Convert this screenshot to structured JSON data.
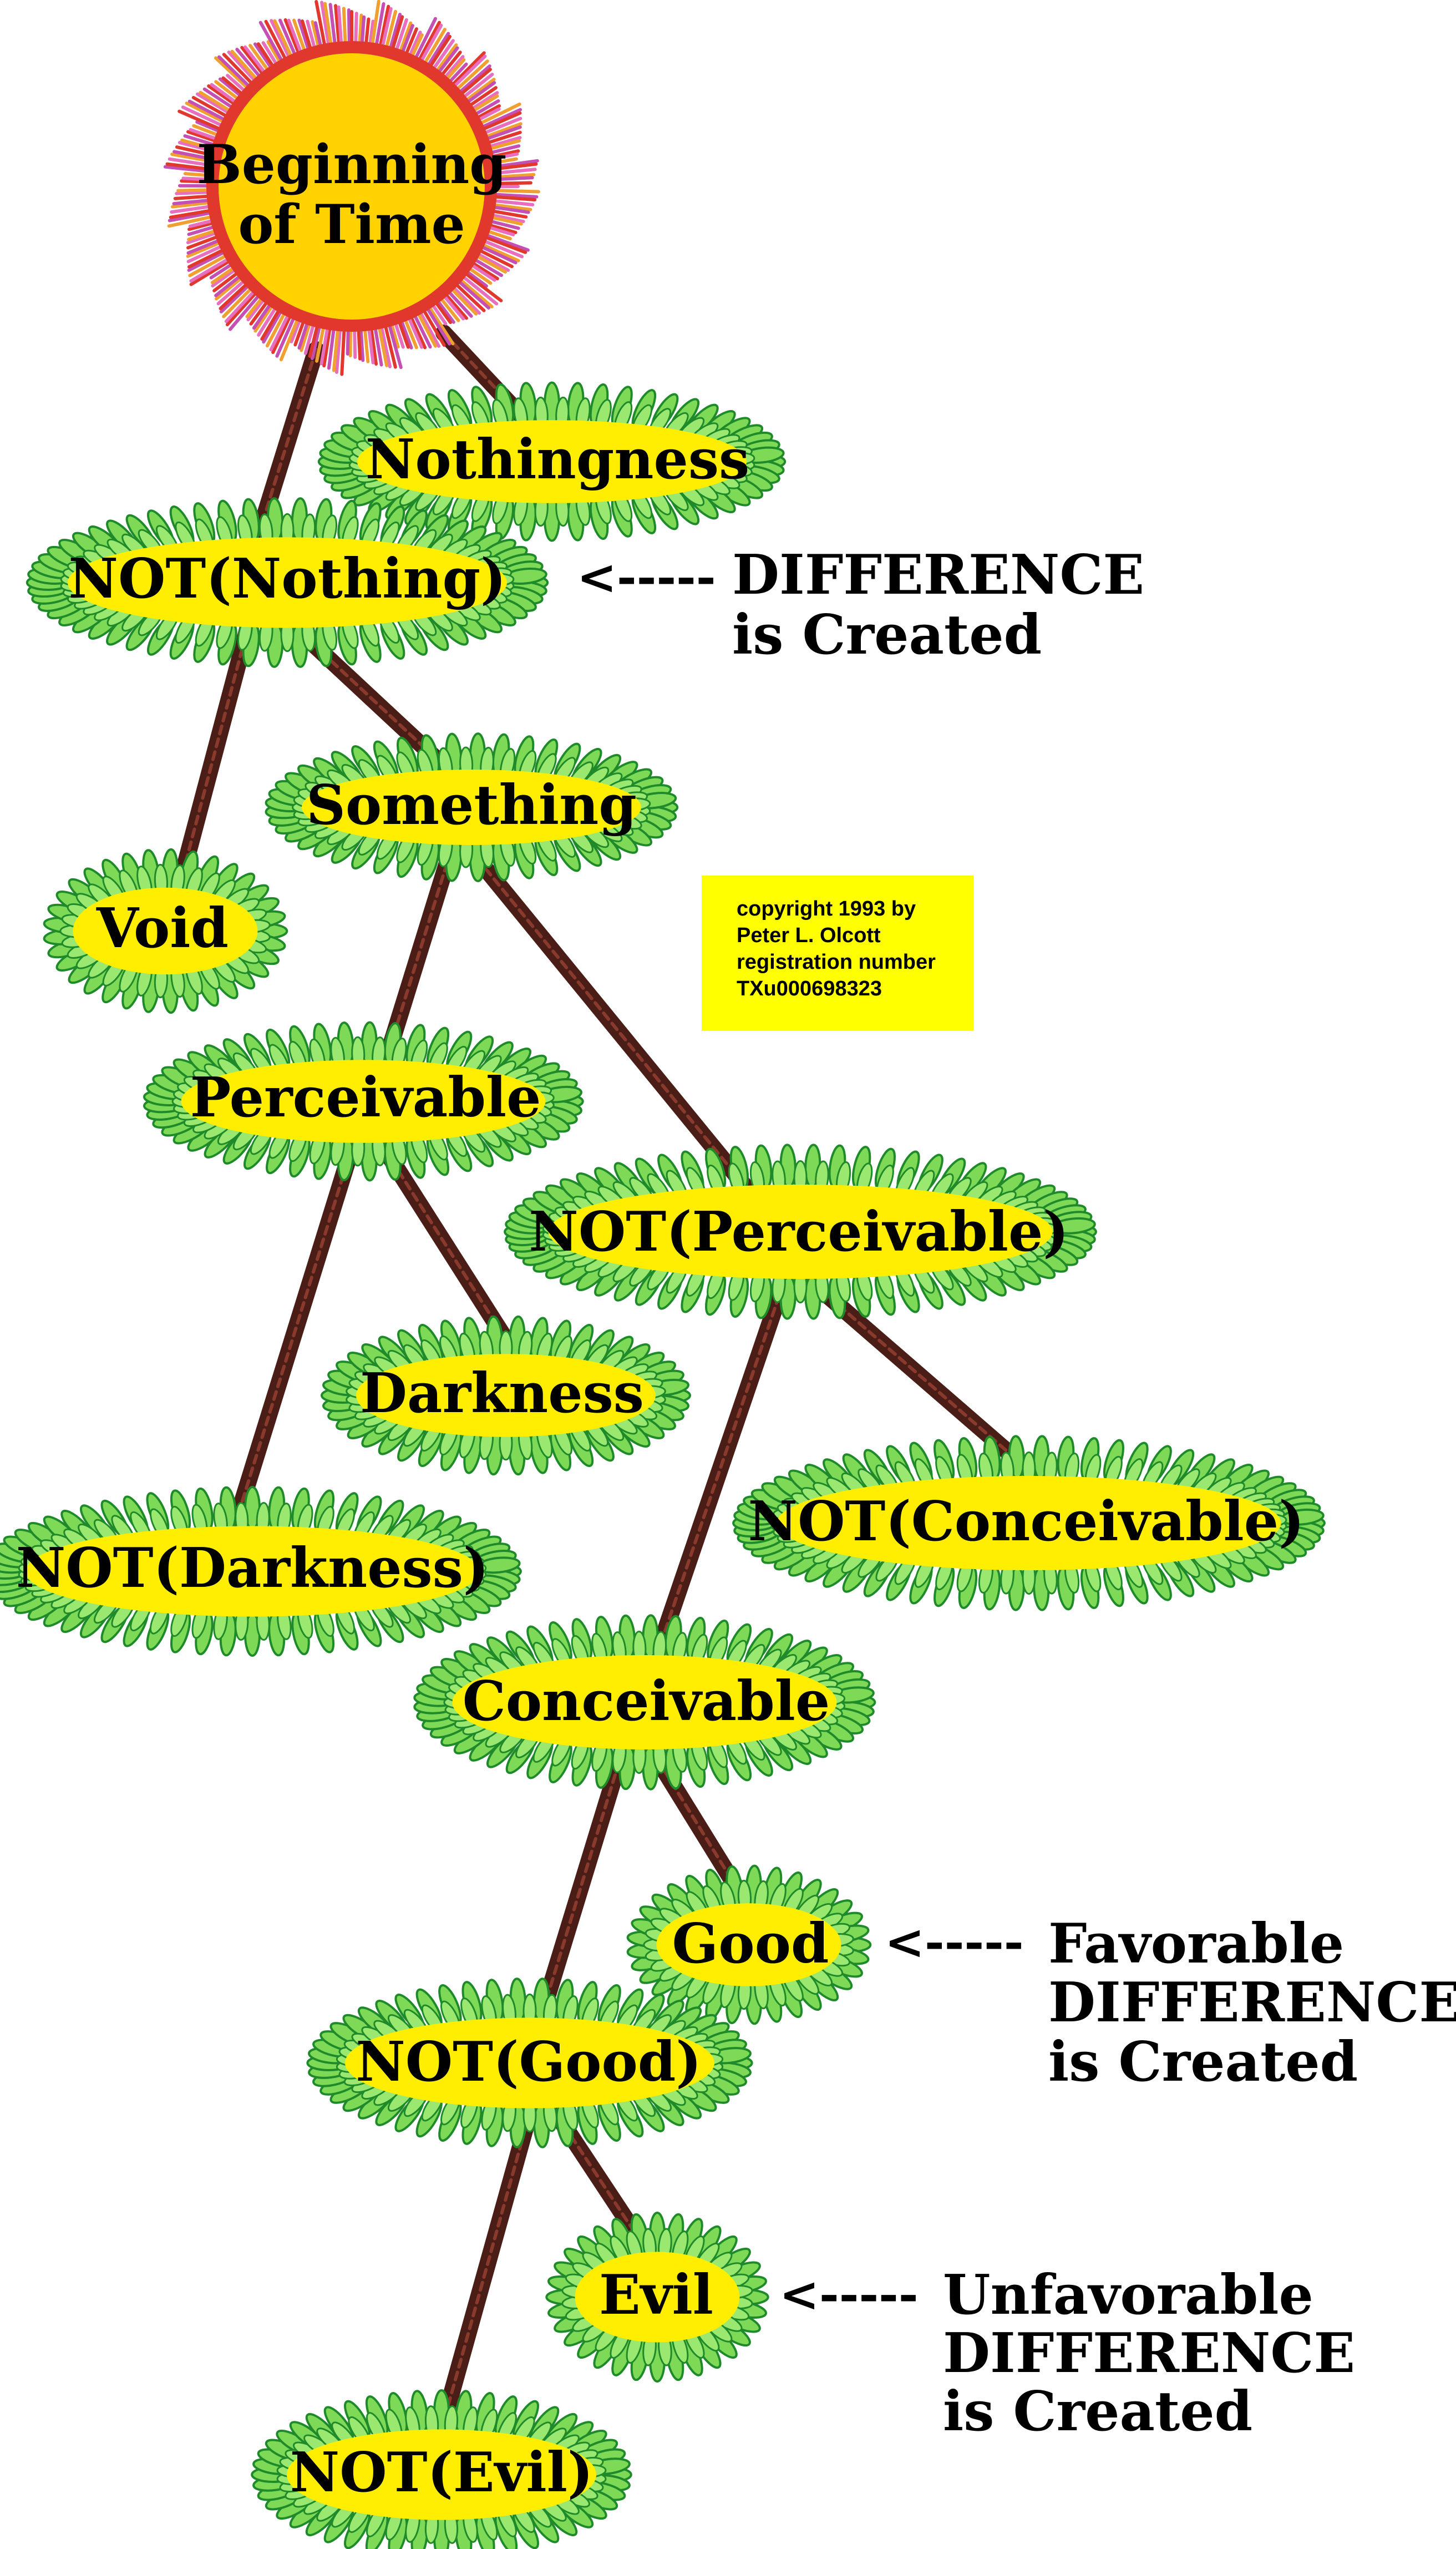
{
  "colors": {
    "background": "#ffffff",
    "node_fill": "#ffee00",
    "leaf_fill": "#7ed957",
    "leaf_edge": "#1f8a2a",
    "branch": "#4a1e17",
    "sun_fill": "#ffd200",
    "sun_ring": "#e0382d",
    "sun_rays": "#e86fc0",
    "copyright_fill": "#ffff00"
  },
  "root": {
    "line1": "Beginning",
    "line2": "of Time"
  },
  "nodes": {
    "nothingness": "Nothingness",
    "not_nothing": "NOT(Nothing)",
    "something": "Something",
    "void": "Void",
    "perceivable": "Perceivable",
    "not_perceivable": "NOT(Perceivable)",
    "darkness": "Darkness",
    "not_darkness": "NOT(Darkness)",
    "not_conceivable": "NOT(Conceivable)",
    "conceivable": "Conceivable",
    "good": "Good",
    "not_good": "NOT(Good)",
    "evil": "Evil",
    "not_evil": "NOT(Evil)"
  },
  "notes": {
    "difference": {
      "arrow": "<-----",
      "line1": "DIFFERENCE",
      "line2": "is Created"
    },
    "favorable": {
      "arrow": "<-----",
      "line1": "Favorable",
      "line2": "DIFFERENCE",
      "line3": "is Created"
    },
    "unfavorable": {
      "arrow": "<-----",
      "line1": "Unfavorable",
      "line2": "DIFFERENCE",
      "line3": "is Created"
    }
  },
  "copyright": {
    "line1": "copyright 1993 by",
    "line2": "Peter L. Olcott",
    "line3": "registration number",
    "line4": "TXu000698323"
  }
}
